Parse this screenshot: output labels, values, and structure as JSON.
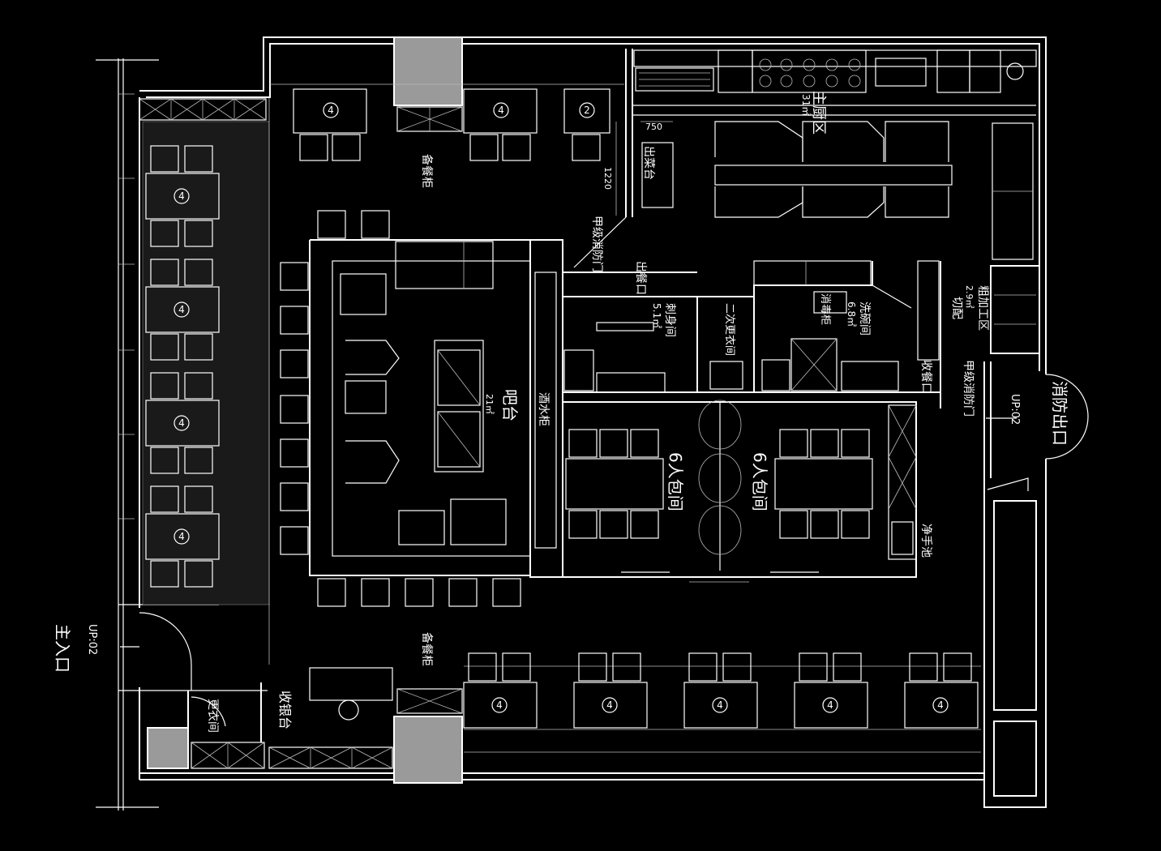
{
  "labels": {
    "main_entrance": "主入口",
    "up_main": "UP:02",
    "fire_exit": "消防出口",
    "up_fire": "UP:02",
    "bar": "吧台",
    "bar_area": "21㎡",
    "wine_cabinet": "酒水柜",
    "main_kitchen": "主厨区",
    "main_kitchen_area": "31㎡",
    "serving_counter": "出菜台",
    "serving_window": "出餐口",
    "sashimi_room": "刺身间",
    "sashimi_area": "5.1㎡",
    "changing_room_2": "二次更衣间",
    "dishwashing_room": "洗碗间",
    "dishwashing_area": "6.8㎡",
    "disinfection_cabinet": "消毒柜",
    "rough_processing": "粗加工区",
    "rough_processing_area": "2.9㎡",
    "cutting": "切配",
    "collection_window": "收餐口",
    "fire_door_a1": "甲级消防门",
    "fire_door_a2": "甲级消防门",
    "private_room_1": "6人包间",
    "private_room_2": "6人包间",
    "hand_sink": "净手池",
    "prep_cabinet_top": "备餐柜",
    "prep_cabinet_bottom": "备餐柜",
    "cashier": "收银台",
    "changing_room": "更衣间",
    "dim_750": "750",
    "dim_1220": "1220"
  },
  "tables": {
    "left": [
      "4",
      "4",
      "4",
      "4"
    ],
    "top": [
      "4",
      "4",
      "2"
    ],
    "bottom": [
      "4",
      "4",
      "4",
      "4",
      "4"
    ]
  }
}
